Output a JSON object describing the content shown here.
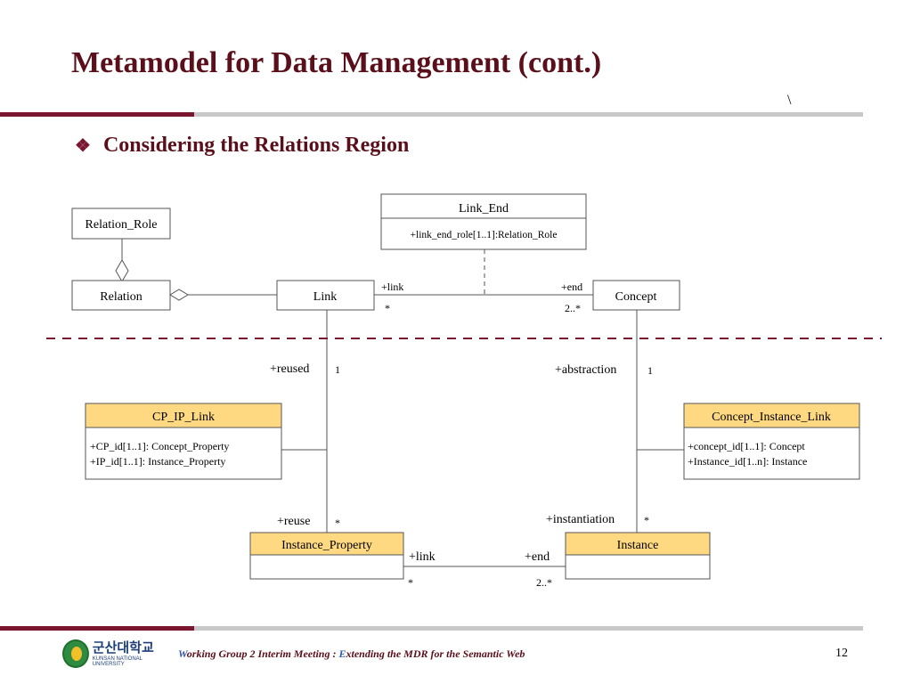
{
  "slide": {
    "title": "Metamodel for Data Management (cont.)",
    "corner_mark": "\\",
    "bullet": "Considering the Relations Region",
    "page_number": "12"
  },
  "footer": {
    "text_w": "W",
    "text_a": "orking Group 2 Interim Meeting : ",
    "text_e": "E",
    "text_b": "xtending the MDR for the Semantic Web",
    "logo_korean": "군산대학교",
    "logo_english": "KUNSAN NATIONAL UNIVERSITY"
  },
  "diagram": {
    "classes": {
      "relation_role": "Relation_Role",
      "relation": "Relation",
      "link": "Link",
      "concept": "Concept",
      "link_end": "Link_End",
      "link_end_attr": "+link_end_role[1..1]:Relation_Role",
      "cp_ip_link": "CP_IP_Link",
      "cp_ip_attr1": "+CP_id[1..1]: Concept_Property",
      "cp_ip_attr2": "+IP_id[1..1]: Instance_Property",
      "concept_instance_link": "Concept_Instance_Link",
      "cil_attr1": "+concept_id[1..1]: Concept",
      "cil_attr2": "+Instance_id[1..n]: Instance",
      "instance_property": "Instance_Property",
      "instance": "Instance"
    },
    "labels": {
      "top_link_role": "+link",
      "top_end_role": "+end",
      "top_link_mult": "*",
      "top_end_mult": "2..*",
      "reused": "+reused",
      "reused_mult": "1",
      "abstraction": "+abstraction",
      "abstraction_mult": "1",
      "reuse": "+reuse",
      "reuse_mult": "*",
      "instantiation": "+instantiation",
      "instantiation_mult": "*",
      "bottom_link_role": "+link",
      "bottom_end_role": "+end",
      "bottom_link_mult": "*",
      "bottom_end_mult": "2..*"
    },
    "colors": {
      "class_header_fill": "#ffd982",
      "line": "#555555"
    }
  }
}
